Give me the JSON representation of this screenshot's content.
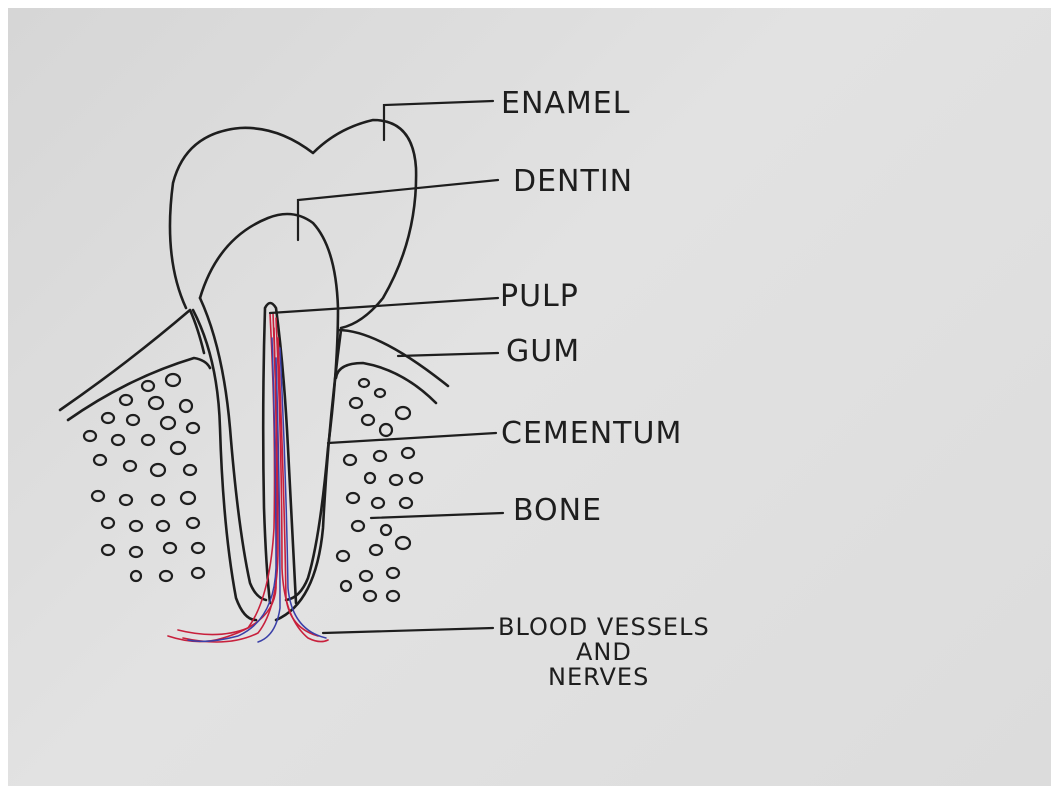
{
  "labels": {
    "enamel": "ENAMEL",
    "dentin": "DENTIN",
    "pulp": "PULP",
    "gum": "GUM",
    "cementum": "CEMENTUM",
    "bone": "BONE",
    "blood_vessels_line1": "BLOOD VESSELS",
    "blood_vessels_line2": "AND",
    "blood_vessels_line3": "NERVES"
  },
  "colors": {
    "paper": "#dcdcdc",
    "ink": "#1e1e1e",
    "blood_vessel": "#c8203c",
    "nerve": "#3a3fa8"
  }
}
